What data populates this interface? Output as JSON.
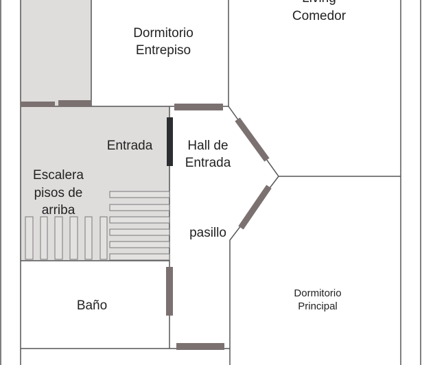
{
  "colors": {
    "shaded_area": "#dfdddc",
    "door": "#7a7170",
    "entrance_door": "#2b2d31",
    "wall": "#555555"
  },
  "rooms": {
    "living": [
      "Living",
      "Comedor"
    ],
    "dormitorio_entrepiso": [
      "Dormitorio",
      "Entrepiso"
    ],
    "entrada": "Entrada",
    "hall": [
      "Hall de",
      "Entrada"
    ],
    "escalera": [
      "Escalera",
      "pisos de",
      "arriba"
    ],
    "pasillo": "pasillo",
    "bano": "Baño",
    "dormitorio_principal": [
      "Dormitorio",
      "Principal"
    ]
  }
}
